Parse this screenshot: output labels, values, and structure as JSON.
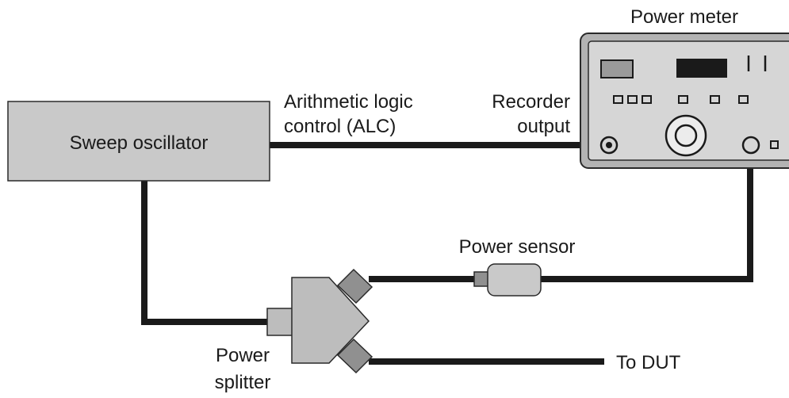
{
  "labels": {
    "power_meter": "Power meter",
    "sweep_oscillator": "Sweep oscillator",
    "alc_line1": "Arithmetic logic",
    "alc_line2": "control (ALC)",
    "recorder_line1": "Recorder",
    "recorder_line2": "output",
    "power_sensor": "Power sensor",
    "splitter_line1": "Power",
    "splitter_line2": "splitter",
    "to_dut": "To DUT"
  },
  "colors": {
    "box_fill": "#c9c9c9",
    "box_stroke": "#2a2a2a",
    "meter_outer": "#b3b3b3",
    "meter_inner": "#d6d6d6",
    "wire": "#1a1a1a",
    "display": "#1a1a1a"
  }
}
